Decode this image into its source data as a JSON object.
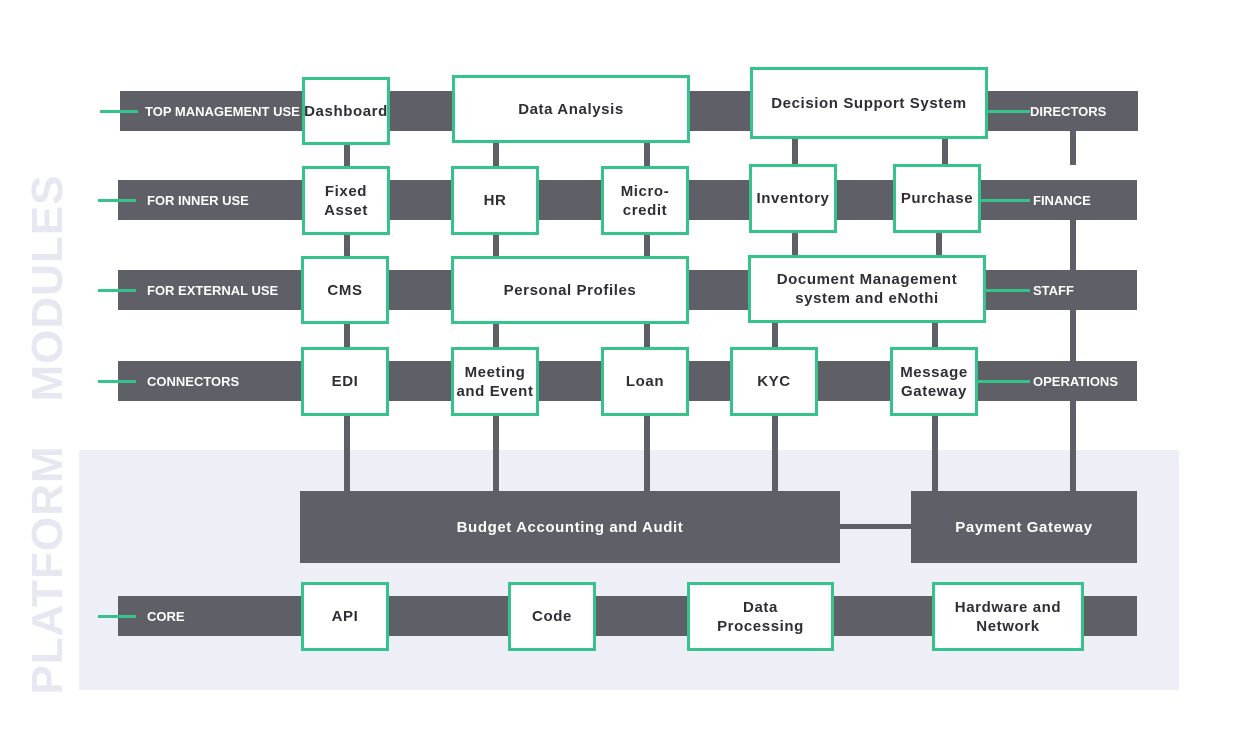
{
  "sections": {
    "modules": "MODULES",
    "platform": "PLATFORM"
  },
  "rows": {
    "top_management": {
      "left": "TOP MANAGEMENT USE",
      "right": "DIRECTORS"
    },
    "inner_use": {
      "left": "FOR INNER USE",
      "right": "FINANCE"
    },
    "external_use": {
      "left": "FOR EXTERNAL USE",
      "right": "STAFF"
    },
    "connectors": {
      "left": "CONNECTORS",
      "right": "OPERATIONS"
    },
    "core": {
      "left": "CORE"
    }
  },
  "modules": {
    "dashboard": "Dashboard",
    "data_analysis": "Data Analysis",
    "decision_support": "Decision Support  System",
    "fixed_asset": "Fixed\nAsset",
    "hr": "HR",
    "micro_credit": "Micro-\ncredit",
    "inventory": "Inventory",
    "purchase": "Purchase",
    "cms": "CMS",
    "personal_profiles": "Personal Profiles",
    "document_management": "Document Management\nsystem and eNothi",
    "edi": "EDI",
    "meeting_event": "Meeting\nand Event",
    "loan": "Loan",
    "kyc": "KYC",
    "message_gateway": "Message\nGateway"
  },
  "platform": {
    "budget": "Budget Accounting and Audit",
    "payment_gateway": "Payment Gateway",
    "api": "API",
    "code": "Code",
    "data_processing": "Data\nProcessing",
    "hardware_network": "Hardware and\nNetwork"
  },
  "colors": {
    "accent": "#35c38b",
    "bar": "#5f5f67",
    "platform_bg": "#eeeef7",
    "section_label": "#e7e7f1"
  }
}
